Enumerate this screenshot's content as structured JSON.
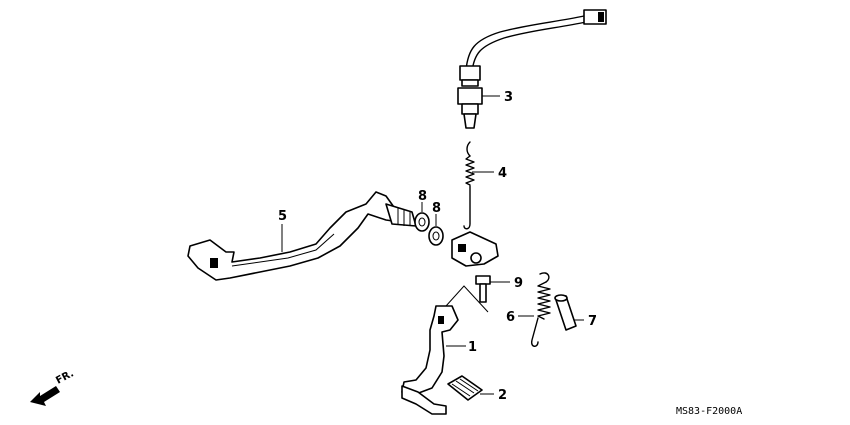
{
  "diagram": {
    "callouts": [
      {
        "id": "1",
        "text": "1"
      },
      {
        "id": "2",
        "text": "2"
      },
      {
        "id": "3",
        "text": "3"
      },
      {
        "id": "4",
        "text": "4"
      },
      {
        "id": "5",
        "text": "5"
      },
      {
        "id": "6",
        "text": "6"
      },
      {
        "id": "7",
        "text": "7"
      },
      {
        "id": "8a",
        "text": "8"
      },
      {
        "id": "8b",
        "text": "8"
      },
      {
        "id": "9",
        "text": "9"
      }
    ],
    "direction_label": "FR.",
    "drawing_code": "MS83-F2000A"
  }
}
